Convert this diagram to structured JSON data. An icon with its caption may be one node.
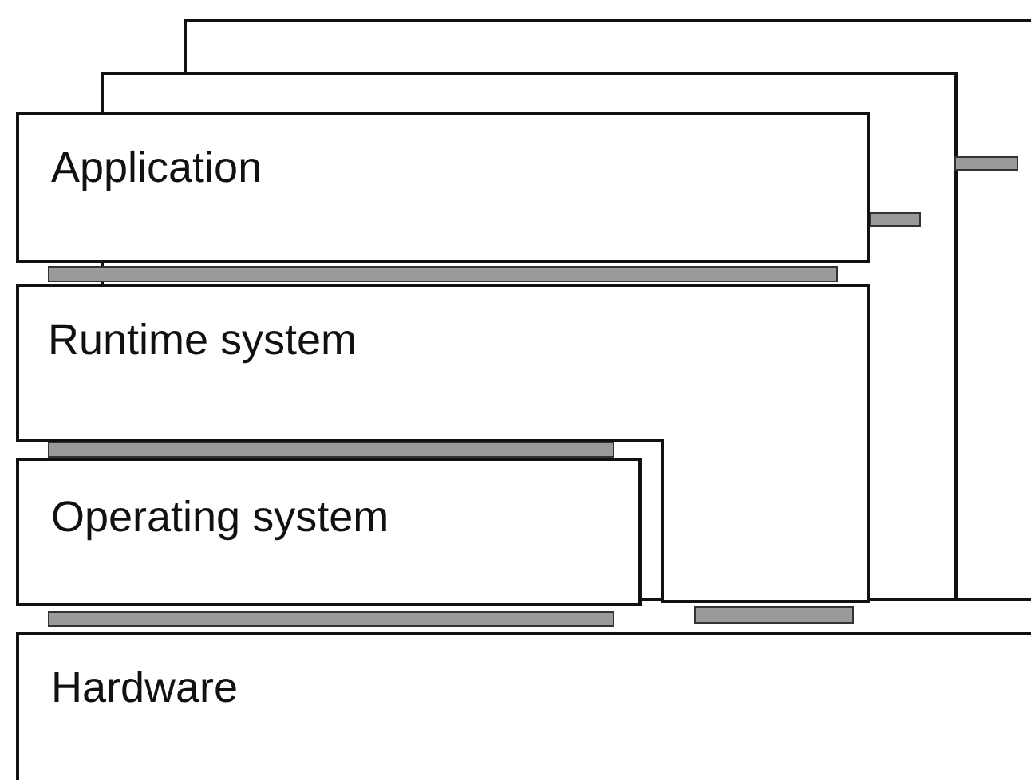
{
  "diagram": {
    "nodes": [
      {
        "text": [],
        "shape": "box"
      },
      {
        "text": [],
        "shape": "box"
      },
      {
        "text": [
          "Application"
        ]
      },
      {
        "text": [
          "Runtime system"
        ]
      },
      {
        "text": [
          "Operating system"
        ]
      },
      {
        "text": [
          "Hardware"
        ]
      }
    ]
  }
}
